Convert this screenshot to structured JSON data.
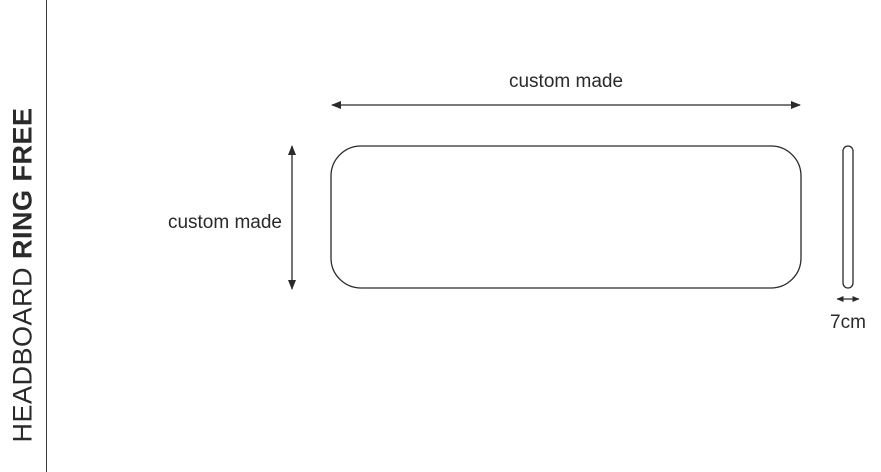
{
  "title": {
    "prefix": "HEADBOARD",
    "emphasis": "RING FREE"
  },
  "dimensions": {
    "width_label": "custom made",
    "height_label": "custom made",
    "depth_label": "7cm"
  },
  "colors": {
    "line": "#2a2a2a",
    "background": "#ffffff"
  }
}
